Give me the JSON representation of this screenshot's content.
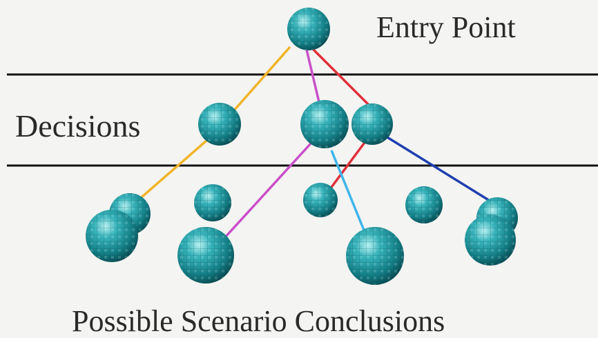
{
  "labels": {
    "entry": "Entry Point",
    "decisions": "Decisions",
    "conclusions": "Possible Scenario Conclusions"
  },
  "colors": {
    "background": "#f4f4f2",
    "rule": "#111111",
    "orb_base": "#1e9aa2",
    "orb_dark": "#0a5c63",
    "orb_light": "#8fe3e6",
    "path_orange": "#f0b429",
    "path_magenta": "#c94fc9",
    "path_red": "#e0303a",
    "path_lightblue": "#3fb5ea",
    "path_navy": "#1f3fb0"
  }
}
